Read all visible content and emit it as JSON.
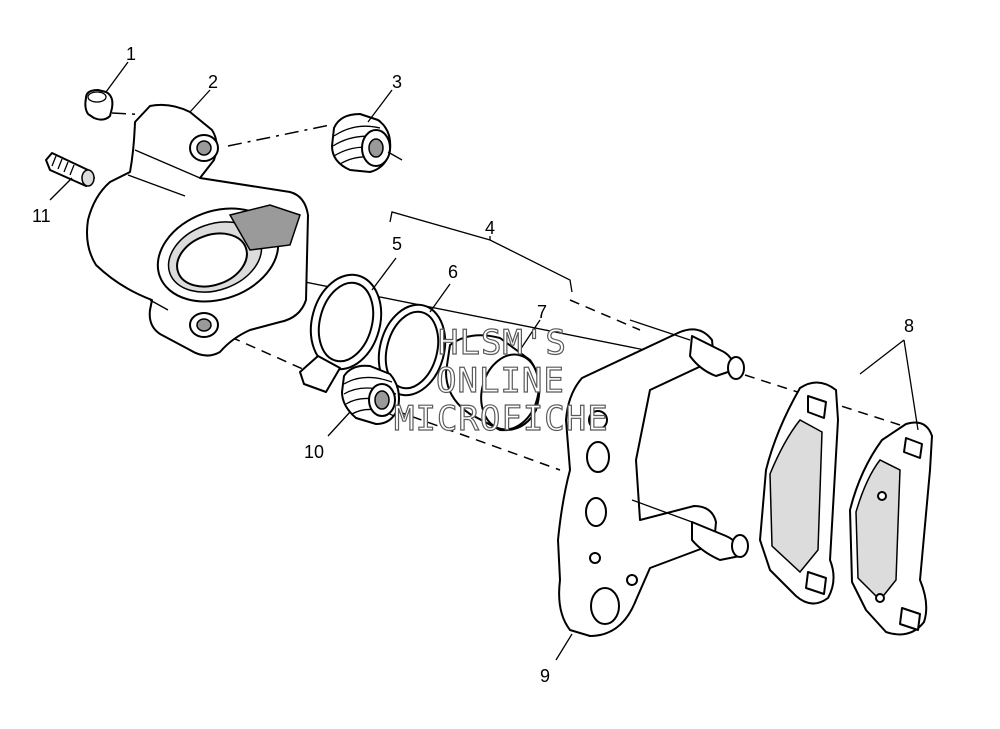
{
  "labels": {
    "l1": "1",
    "l2": "2",
    "l3": "3",
    "l4": "4",
    "l5": "5",
    "l6": "6",
    "l7": "7",
    "l8": "8",
    "l9": "9",
    "l10": "10",
    "l11": "11"
  },
  "watermark": {
    "line1": "HLSM'S",
    "line2": "ONLINE",
    "line3": "MICROFICHE"
  }
}
